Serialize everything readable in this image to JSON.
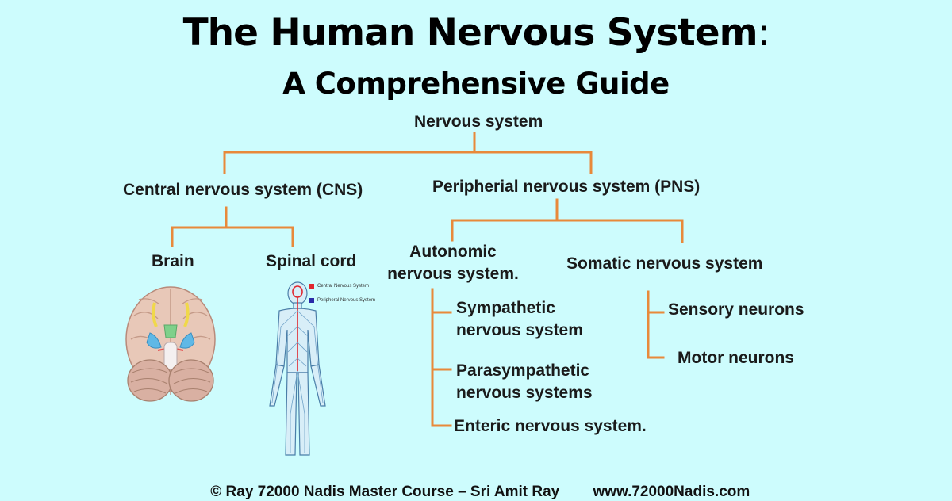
{
  "header": {
    "title_main": "The Human Nervous System",
    "title_colon": ":",
    "subtitle": "A Comprehensive Guide"
  },
  "tree": {
    "root": "Nervous system",
    "cns": {
      "label": "Central nervous system (CNS)",
      "children": [
        "Brain",
        "Spinal cord"
      ]
    },
    "pns": {
      "label": "Peripherial nervous system (PNS)",
      "autonomic": {
        "label_line1": "Autonomic",
        "label_line2": "nervous system.",
        "children": [
          {
            "line1": "Sympathetic",
            "line2": "nervous system"
          },
          {
            "line1": "Parasympathetic",
            "line2": "nervous systems"
          },
          {
            "line1": "Enteric nervous system."
          }
        ]
      },
      "somatic": {
        "label": "Somatic nervous system",
        "children": [
          "Sensory neurons",
          "Motor neurons"
        ]
      }
    }
  },
  "body_illustration": {
    "legend": [
      {
        "label": "Central Nervous System",
        "color": "#e0262e"
      },
      {
        "label": "Peripheral Nervous System",
        "color": "#2a2aa8"
      }
    ]
  },
  "footer": {
    "credit": "© Ray 72000 Nadis Master Course – Sri Amit Ray",
    "url": "www.72000Nadis.com"
  },
  "colors": {
    "background": "#cdfcfd",
    "connector": "#e8893a"
  }
}
